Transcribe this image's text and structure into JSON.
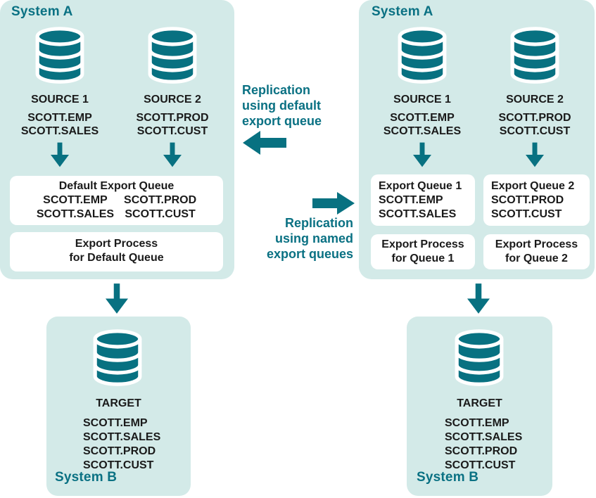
{
  "colors": {
    "teal": "#087181",
    "panel_bg": "#d3eae8",
    "box_bg": "#ffffff",
    "text": "#1a1a1a"
  },
  "left": {
    "system_a": {
      "title": "System A",
      "source1": {
        "name": "SOURCE 1",
        "tables": [
          "SCOTT.EMP",
          "SCOTT.SALES"
        ]
      },
      "source2": {
        "name": "SOURCE 2",
        "tables": [
          "SCOTT.PROD",
          "SCOTT.CUST"
        ]
      },
      "default_queue": {
        "title": "Default Export Queue",
        "col1": [
          "SCOTT.EMP",
          "SCOTT.SALES"
        ],
        "col2": [
          "SCOTT.PROD",
          "SCOTT.CUST"
        ]
      },
      "process": {
        "line1": "Export Process",
        "line2": "for Default Queue"
      }
    },
    "system_b": {
      "title": "System B",
      "target_name": "TARGET",
      "tables": [
        "SCOTT.EMP",
        "SCOTT.SALES",
        "SCOTT.PROD",
        "SCOTT.CUST"
      ]
    }
  },
  "middle": {
    "default_label": "Replication\nusing default\nexport queue",
    "named_label": "Replication\nusing named\nexport queues"
  },
  "right": {
    "system_a": {
      "title": "System A",
      "source1": {
        "name": "SOURCE 1",
        "tables": [
          "SCOTT.EMP",
          "SCOTT.SALES"
        ]
      },
      "source2": {
        "name": "SOURCE 2",
        "tables": [
          "SCOTT.PROD",
          "SCOTT.CUST"
        ]
      },
      "queue1": {
        "title": "Export Queue 1",
        "tables": [
          "SCOTT.EMP",
          "SCOTT.SALES"
        ]
      },
      "queue2": {
        "title": "Export Queue 2",
        "tables": [
          "SCOTT.PROD",
          "SCOTT.CUST"
        ]
      },
      "process1": {
        "line1": "Export Process",
        "line2": "for Queue 1"
      },
      "process2": {
        "line1": "Export Process",
        "line2": "for Queue 2"
      }
    },
    "system_b": {
      "title": "System B",
      "target_name": "TARGET",
      "tables": [
        "SCOTT.EMP",
        "SCOTT.SALES",
        "SCOTT.PROD",
        "SCOTT.CUST"
      ]
    }
  }
}
